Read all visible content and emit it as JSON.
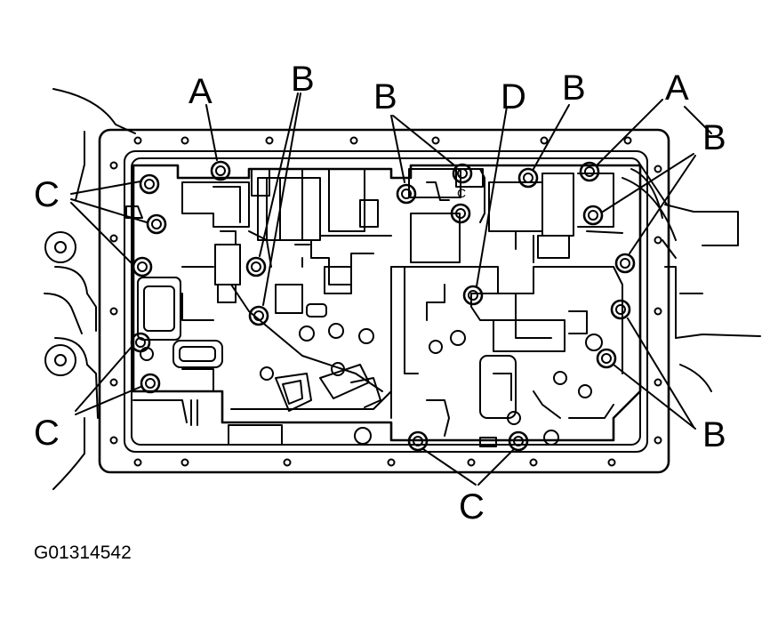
{
  "figure_id": "G01314542",
  "callouts": {
    "A": "A",
    "B": "B",
    "C": "C",
    "D": "D"
  }
}
